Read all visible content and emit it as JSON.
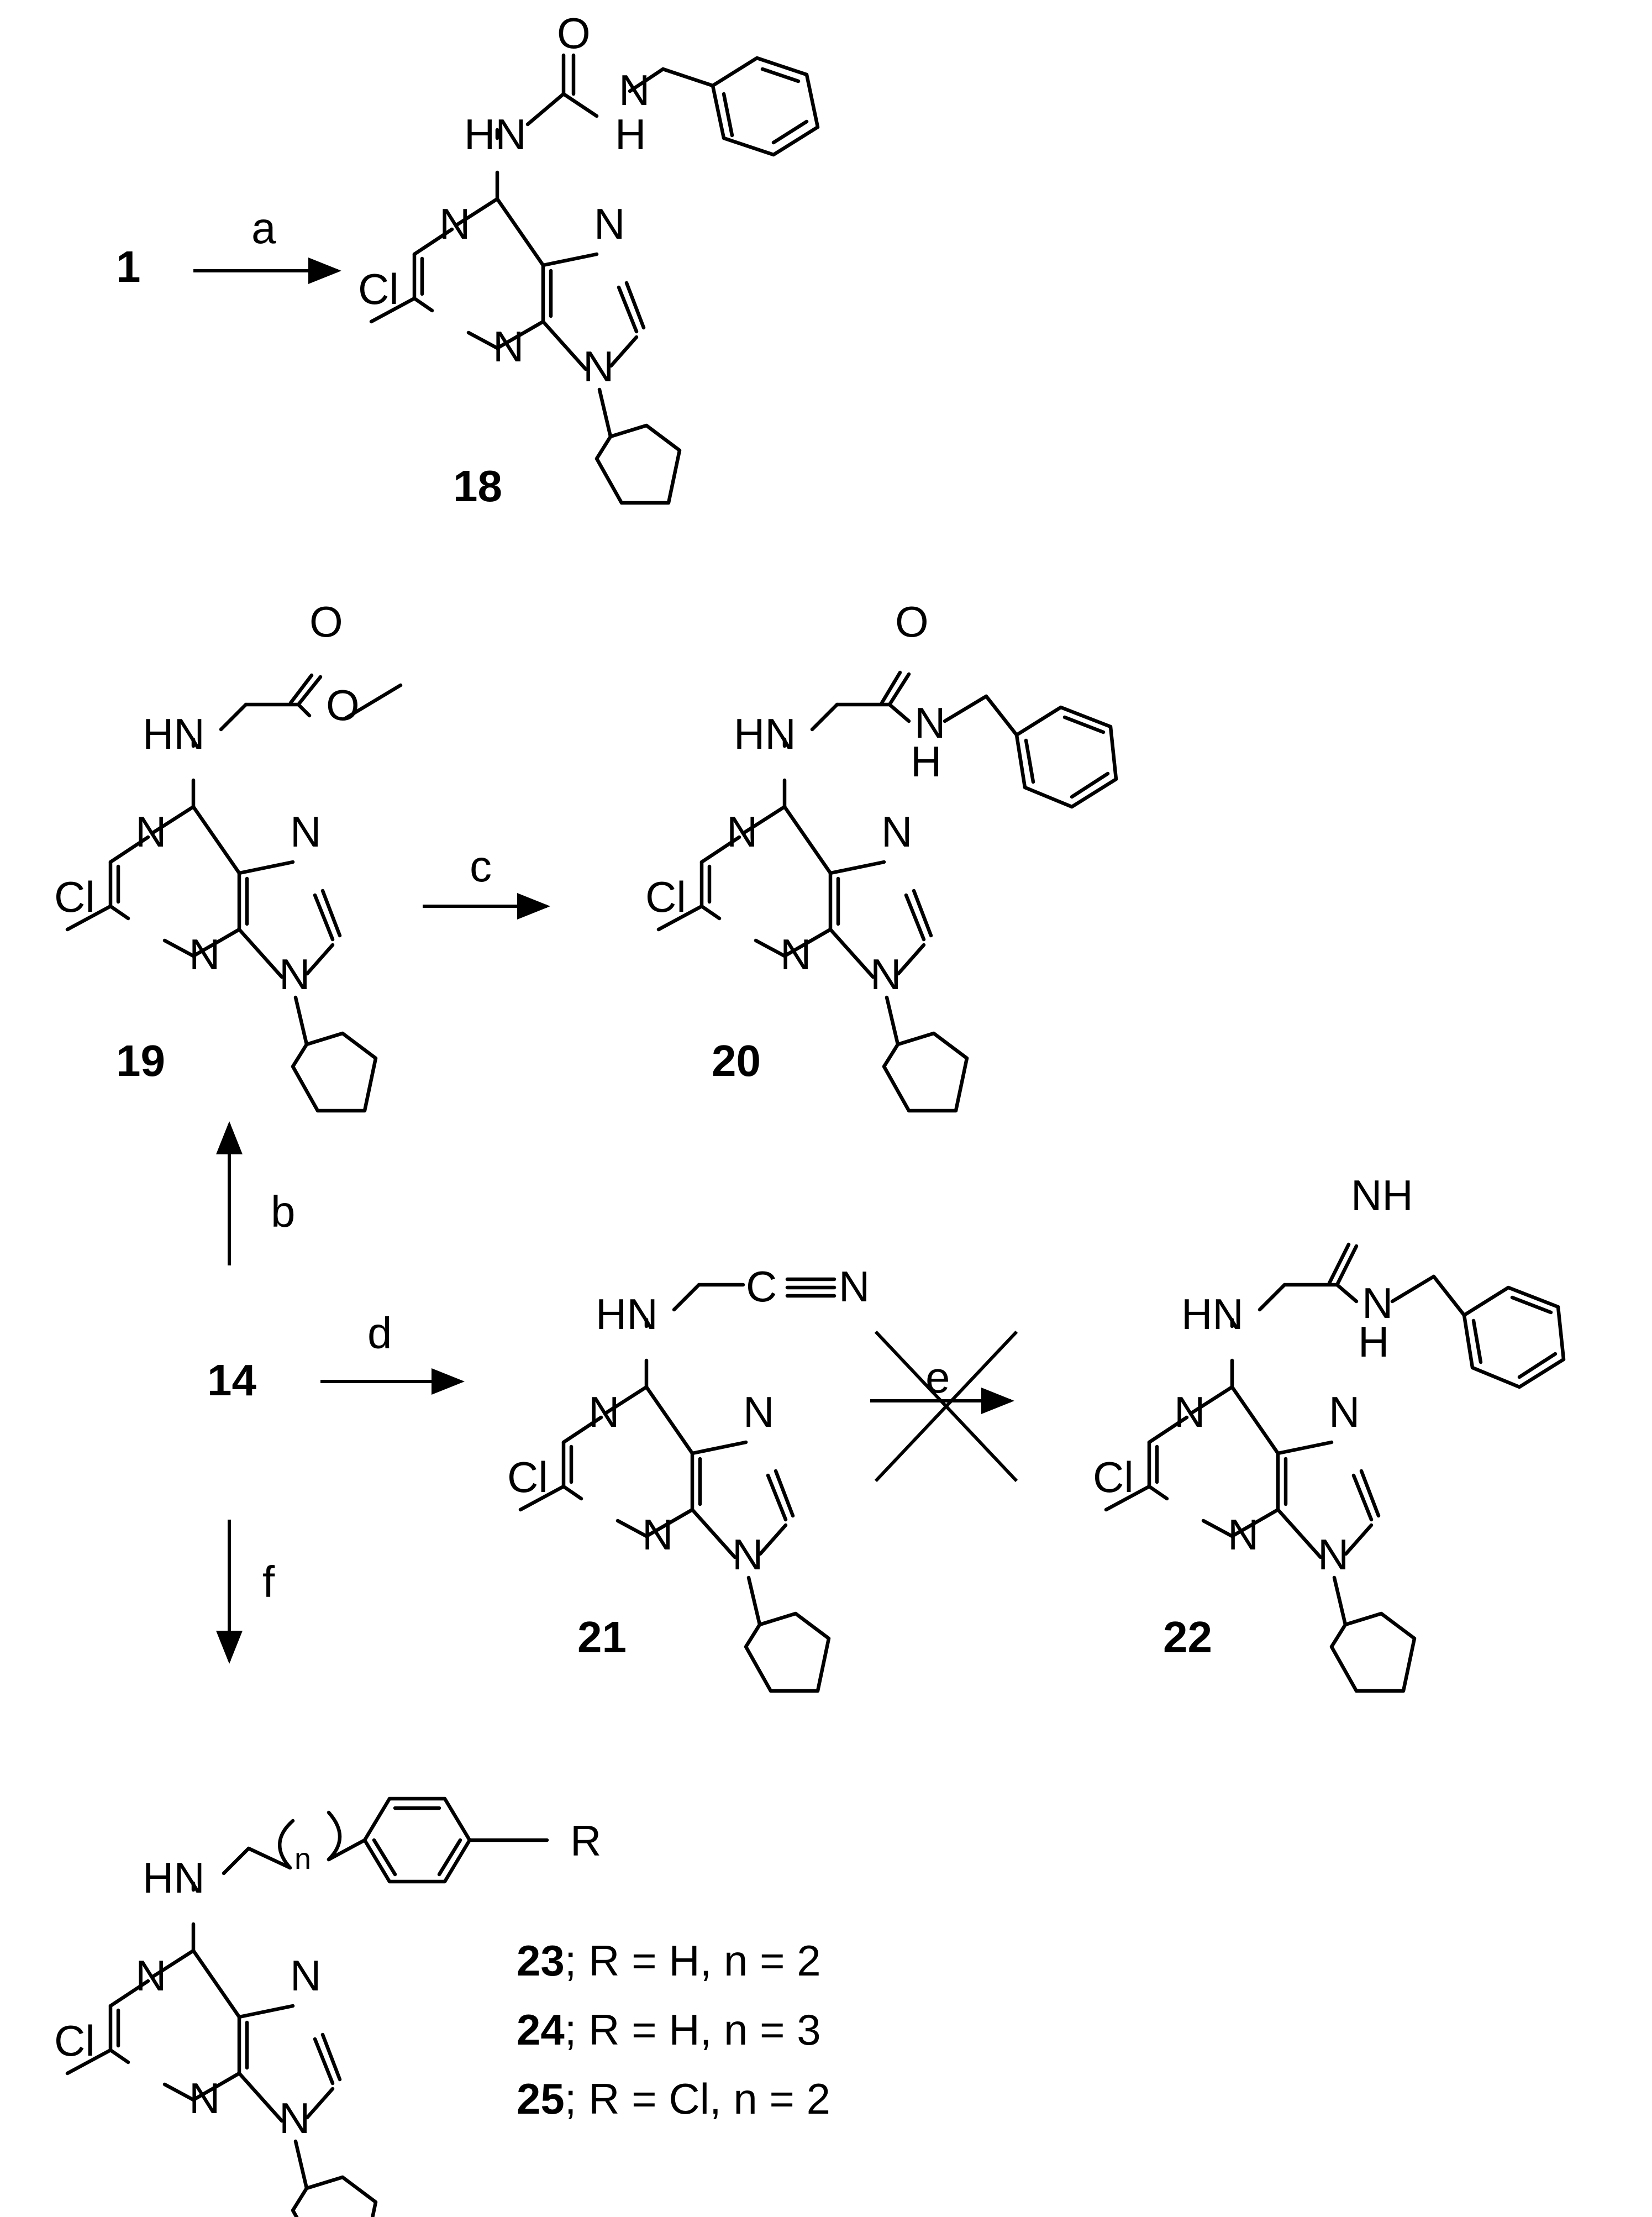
{
  "atoms": {
    "cl": "Cl",
    "n": "N",
    "hn": "HN",
    "h": "H",
    "o": "O",
    "nh": "NH",
    "r": "R",
    "sub_n": "n"
  },
  "compounds": {
    "c1": "1",
    "c14": "14",
    "c18": "18",
    "c19": "19",
    "c20": "20",
    "c21": "21",
    "c22": "22"
  },
  "reagents": {
    "a": "a",
    "b": "b",
    "c": "c",
    "d": "d",
    "e": "e",
    "f": "f"
  },
  "legend": [
    {
      "num": "23",
      "text": "; R = H, n = 2"
    },
    {
      "num": "24",
      "text": "; R = H, n = 3"
    },
    {
      "num": "25",
      "text": "; R = Cl, n = 2"
    }
  ],
  "colors": {
    "ink": "#000000",
    "background": "#ffffff"
  }
}
